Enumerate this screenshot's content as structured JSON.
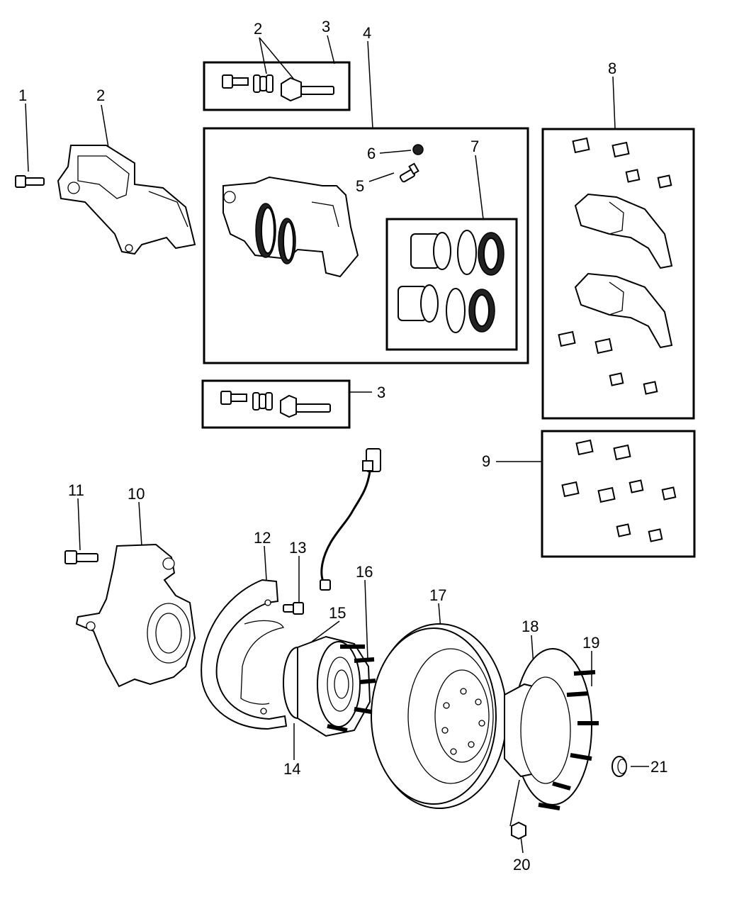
{
  "callouts": {
    "c1": "1",
    "c2a": "2",
    "c2b": "2",
    "c3a": "3",
    "c3b": "3",
    "c4": "4",
    "c5": "5",
    "c6": "6",
    "c7": "7",
    "c8": "8",
    "c9": "9",
    "c10": "10",
    "c11": "11",
    "c12": "12",
    "c13": "13",
    "c14": "14",
    "c15": "15",
    "c16": "16",
    "c17": "17",
    "c18": "18",
    "c19": "19",
    "c20": "20",
    "c21": "21"
  }
}
